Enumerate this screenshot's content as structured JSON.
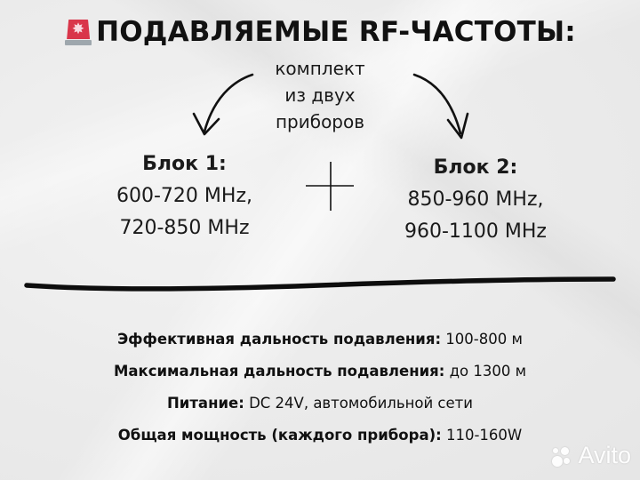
{
  "title": {
    "icon": "rotating-light-siren-icon",
    "text": "ПОДАВЛЯЕМЫЕ RF-ЧАСТОТЫ:"
  },
  "kit_label": [
    "комплект",
    "из двух",
    "приборов"
  ],
  "blocks": [
    {
      "heading": "Блок 1:",
      "ranges": [
        "600-720 MHz,",
        "720-850 MHz"
      ]
    },
    {
      "heading": "Блок 2:",
      "ranges": [
        "850-960 MHz,",
        "960-1100 MHz"
      ]
    }
  ],
  "connector_symbol": "plus",
  "specs": [
    {
      "label": "Эффективная дальность подавления:",
      "value": "100-800 м"
    },
    {
      "label": "Максимальная дальность подавления:",
      "value": "до 1300 м"
    },
    {
      "label": "Питание:",
      "value": "DC 24V, автомобильной сети"
    },
    {
      "label": "Общая мощность (каждого прибора):",
      "value": "110-160W"
    }
  ],
  "watermark": {
    "text": "Avito",
    "icon": "avito-dots-icon"
  },
  "colors": {
    "siren_red": "#d9364a",
    "siren_base": "#9ea7ad",
    "text": "#111111",
    "background": "#ececec"
  }
}
